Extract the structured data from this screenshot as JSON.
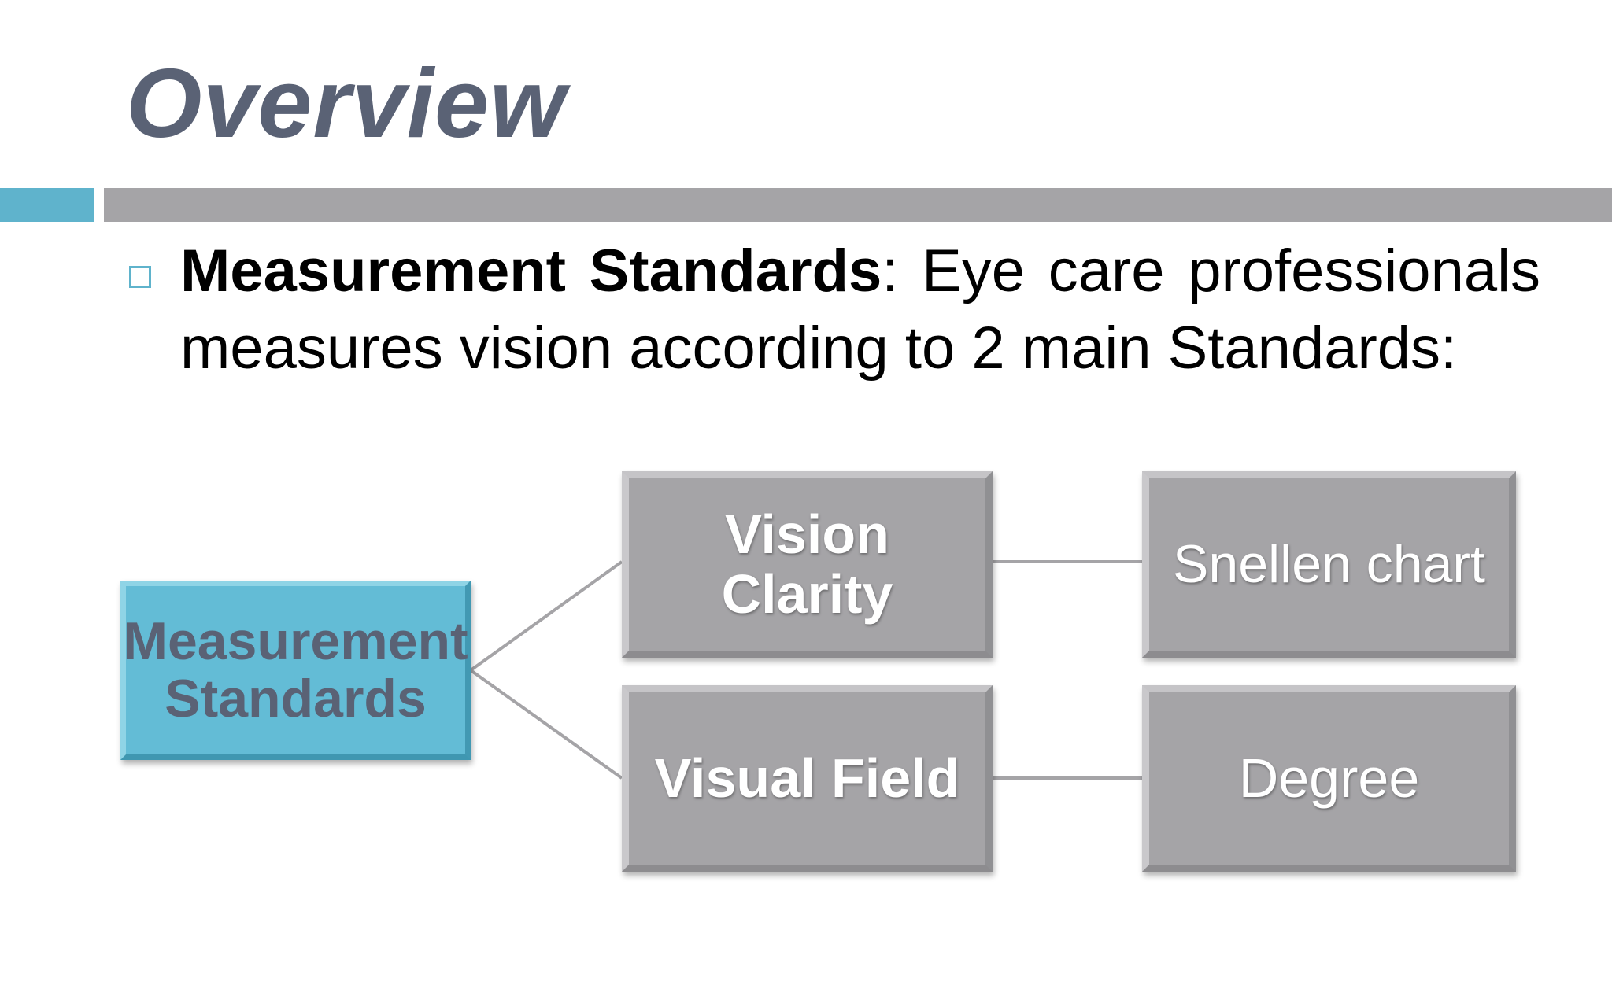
{
  "slide": {
    "title": "Overview",
    "body": {
      "term": "Measurement Standards",
      "colon": ":",
      "text": " Eye care professionals measures vision according to 2 main Standards:"
    }
  },
  "diagram": {
    "root": "Measurement Standards",
    "branches": [
      {
        "label": "Vision Clarity",
        "child": "Snellen chart"
      },
      {
        "label": "Visual Field",
        "child": "Degree"
      }
    ]
  },
  "colors": {
    "title": "#5a6275",
    "accent": "#5fb3cc",
    "bar_gray": "#a5a4a7",
    "root_fill": "#63bcd6",
    "node_fill": "#a5a4a7",
    "connector": "#a5a4a7"
  }
}
